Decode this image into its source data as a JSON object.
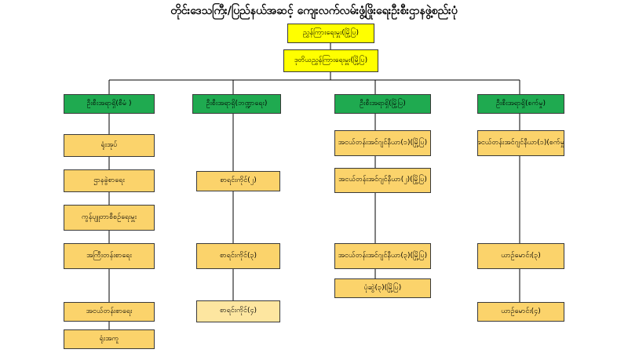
{
  "title": "တိုင်းဒေသကြီး/ပြည်နယ်အဆင့် ကျေးလက်လမ်းဖွံ့ဖြိုးရေးဦးစီးဌာနဖွဲ့စည်းပုံ",
  "top": {
    "director": "ညွှန်ကြားရေးမှူး(မြို့ပြ)",
    "deputy_director": "ဒုတိယညွှန်ကြားရေးမှူး(မြို့ပြ)"
  },
  "columns": [
    {
      "head": "ဦးစီးအရာရှိ(စီမံ )",
      "items": [
        "ရုံးအုပ်",
        "ဌာနခွဲစာရေး",
        "ကွန်ပျူတာစီစဉ်ရေးမှူး",
        "အကြီးတန်းစာရေး",
        "အငယ်တန်းစာရေး",
        "ရုံးအကူ"
      ]
    },
    {
      "head": "ဦးစီးအရာရှိ(ဘဏ္ဍာရေး)",
      "items": [
        "စာရင်းကိုင်(၂)",
        "စာရင်းကိုင်(၃)",
        "စာရင်းကိုင်(၄)"
      ]
    },
    {
      "head": "ဦးစီးအရာရှိ(မြို့ပြ)",
      "items": [
        "အငယ်တန်းအင်ဂျင်နီယာ(၁)(မြို့ပြ)",
        "အငယ်တန်းအင်ဂျင်နီယာ(၂)(မြို့ပြ)",
        "အငယ်တန်းအင်ဂျင်နီယာ(၃)(မြို့ပြ)",
        "ပုံဆွဲ(၃)(မြို့ပြ)"
      ]
    },
    {
      "head": "ဦးစီးအရာရှိ(စက်မှု)",
      "items": [
        "အငယ်တန်းအင်ဂျင်နီယာ(၁)(စက်မှု)",
        "ယာဉ်မောင်း(၃)",
        "ယာဉ်မောင်း(၄)"
      ]
    }
  ],
  "colors": {
    "top": "#ffff00",
    "head": "#1faa50",
    "item": "#fbd36b",
    "item_light": "#fde6a0",
    "line": "#000000"
  }
}
